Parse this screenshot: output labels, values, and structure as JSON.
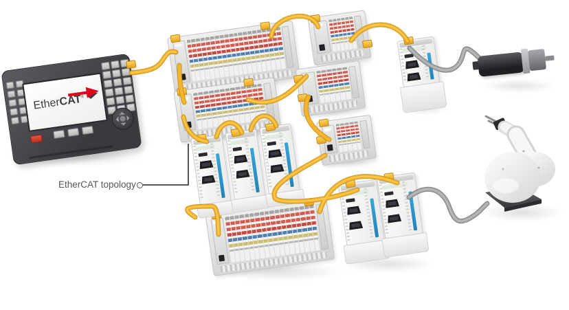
{
  "label": {
    "text": "EtherCAT topology"
  },
  "logo": {
    "prefix": "Ether",
    "bold": "CAT",
    "registered": "®"
  },
  "palette": {
    "cable_yellow": "#F4B42C",
    "cable_yellow_edge": "#C68E13",
    "cable_gray": "#A7A8AA",
    "cable_gray_edge": "#737477",
    "stripe_blue": "#2F9BD0",
    "logo_red": "#E2001A",
    "panel_dark": "#404044",
    "label_text": "#56565A"
  },
  "devices": {
    "hmi": {
      "id": "control-panel",
      "kind": "HMI control panel with EtherCAT logo"
    },
    "strips": [
      {
        "id": "strip-top",
        "kind": "io-terminal-strip",
        "slices": 20
      },
      {
        "id": "strip-mid",
        "kind": "io-terminal-strip",
        "slices": 13
      },
      {
        "id": "strip-bottom",
        "kind": "io-terminal-strip",
        "slices": 18
      },
      {
        "id": "block-top",
        "kind": "io-terminal-block",
        "slices": 6
      },
      {
        "id": "block-mid",
        "kind": "io-terminal-block",
        "slices": 6
      },
      {
        "id": "block-low",
        "kind": "io-terminal-block",
        "slices": 5
      }
    ],
    "modules": [
      {
        "id": "coupler-1",
        "kind": "ethercat-coupler-module"
      },
      {
        "id": "coupler-2",
        "kind": "ethercat-coupler-module"
      },
      {
        "id": "coupler-3",
        "kind": "ethercat-coupler-module"
      },
      {
        "id": "module-4",
        "kind": "ethercat-coupler-module"
      },
      {
        "id": "module-5",
        "kind": "ethercat-coupler-module"
      },
      {
        "id": "drive",
        "kind": "ethercat-drive-module"
      }
    ],
    "motor": {
      "id": "servo-motor"
    },
    "robot": {
      "id": "robot-arm"
    }
  },
  "connections": [
    {
      "from": "control-panel",
      "to": "strip-top",
      "cable": "yellow"
    },
    {
      "from": "strip-top",
      "to": "block-top",
      "cable": "yellow"
    },
    {
      "from": "block-top",
      "to": "drive",
      "cable": "yellow"
    },
    {
      "from": "drive",
      "to": "servo-motor",
      "cable": "gray"
    },
    {
      "from": "strip-top",
      "to": "strip-mid",
      "cable": "yellow"
    },
    {
      "from": "strip-mid",
      "to": "coupler-1",
      "cable": "yellow"
    },
    {
      "from": "coupler-1",
      "to": "coupler-2",
      "cable": "yellow"
    },
    {
      "from": "coupler-2",
      "to": "coupler-3",
      "cable": "yellow"
    },
    {
      "from": "strip-mid",
      "to": "block-mid",
      "cable": "yellow"
    },
    {
      "from": "block-mid",
      "to": "block-low",
      "cable": "yellow"
    },
    {
      "from": "block-low",
      "to": "module-4",
      "cable": "yellow"
    },
    {
      "from": "coupler-1",
      "to": "strip-bottom",
      "cable": "yellow"
    },
    {
      "from": "strip-bottom",
      "to": "module-5",
      "cable": "yellow"
    },
    {
      "from": "module-5",
      "to": "robot-arm",
      "cable": "gray"
    }
  ]
}
